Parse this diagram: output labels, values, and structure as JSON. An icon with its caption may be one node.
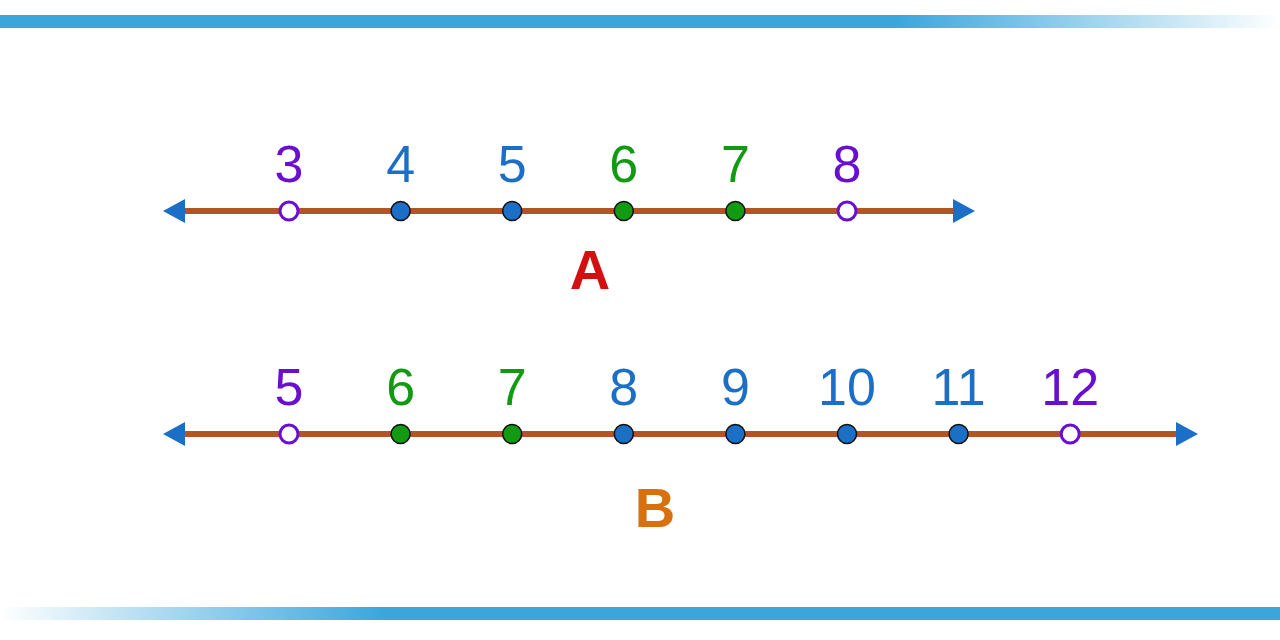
{
  "diagram": {
    "labels": [
      "3",
      "4",
      "5",
      "6",
      "7",
      "8",
      "A",
      "5",
      "6",
      "7",
      "8",
      "9",
      "10",
      "11",
      "12",
      "B"
    ]
  }
}
